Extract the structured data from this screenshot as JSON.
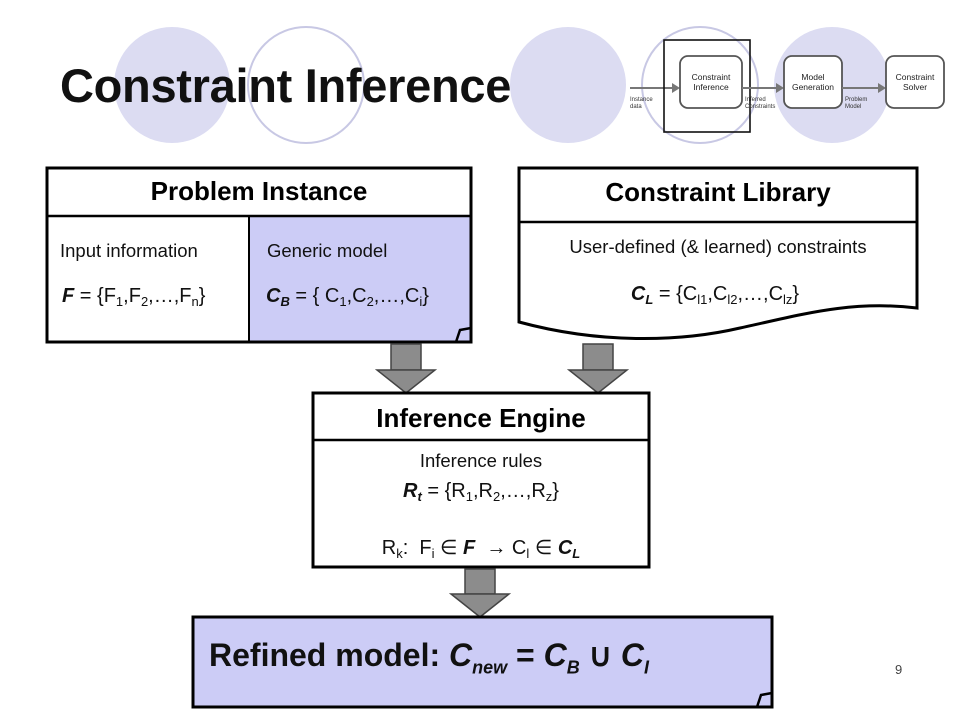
{
  "slide": {
    "title": "Constraint Inference",
    "page_number": "9"
  },
  "pipeline_thumbnail": {
    "boxes": [
      "Constraint Inference",
      "Model Generation",
      "Constraint Solver"
    ],
    "edge_labels": [
      "Instance data",
      "Inferred Constraints",
      "Problem Model"
    ],
    "highlighted": "Constraint Inference"
  },
  "problem_instance": {
    "header": "Problem Instance",
    "left_label": "Input information",
    "left_formula": "F = {F1,F2,…,Fn}",
    "right_label": "Generic model",
    "right_formula": "CB = { C1,C2,…,Ci}"
  },
  "constraint_library": {
    "header": "Constraint Library",
    "label": "User-defined (& learned) constraints",
    "formula": "CL = {Cl1,Cl2,…,Clz}"
  },
  "inference_engine": {
    "header": "Inference Engine",
    "label": "Inference rules",
    "rules_formula": "Rt = {R1,R2,…,Rz}",
    "rule_formula": "Rk: Fi ∈ F → Cl ∈ CL"
  },
  "refined_model": {
    "text": "Refined model: Cnew = CB ∪ CI"
  },
  "colors": {
    "lavender": "#ccccf6",
    "arrow_fill": "#8c8c8c",
    "circle_fill": "#dcdcf2",
    "circle_stroke": "#c8c8e4"
  }
}
